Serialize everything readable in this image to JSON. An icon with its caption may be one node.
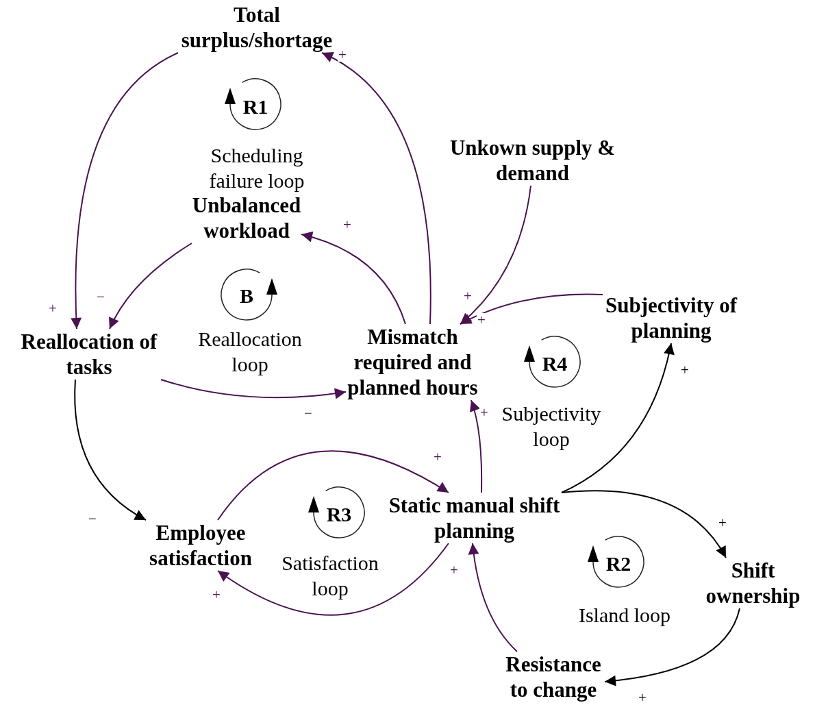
{
  "diagram": {
    "nodes": [
      {
        "text": [
          "Total surplus/shortage"
        ]
      },
      {
        "text": [
          "Unbalanced workload"
        ]
      },
      {
        "text": [
          "Unkown supply & demand"
        ]
      },
      {
        "text": [
          "Reallocation of tasks"
        ]
      },
      {
        "text": [
          "Mismatch required and planned hours"
        ]
      },
      {
        "text": [
          "Subjectivity of planning"
        ]
      },
      {
        "text": [
          "Employee satisfaction"
        ]
      },
      {
        "text": [
          "Static manual shift planning"
        ]
      },
      {
        "text": [
          "Shift ownership"
        ]
      },
      {
        "text": [
          "Resistance to change"
        ]
      }
    ],
    "edges": [
      {
        "from": 0,
        "to": 3,
        "arrow": "to",
        "label": "+"
      },
      {
        "from": 4,
        "to": 0,
        "arrow": "to",
        "label": "+"
      },
      {
        "from": 4,
        "to": 1,
        "arrow": "to",
        "label": "+"
      },
      {
        "from": 1,
        "to": 3,
        "arrow": "to",
        "label": "−"
      },
      {
        "from": 3,
        "to": 4,
        "arrow": "to",
        "label": "−"
      },
      {
        "from": 2,
        "to": 4,
        "arrow": "to",
        "label": "+"
      },
      {
        "from": 5,
        "to": 4,
        "arrow": "to",
        "label": "+"
      },
      {
        "from": 3,
        "to": 6,
        "arrow": "to",
        "label": "−",
        "color": "#000000"
      },
      {
        "from": 6,
        "to": 7,
        "arrow": "to",
        "label": "+"
      },
      {
        "from": 7,
        "to": 6,
        "arrow": "to",
        "label": "+"
      },
      {
        "from": 7,
        "to": 4,
        "arrow": "to",
        "label": "+"
      },
      {
        "from": 7,
        "to": 5,
        "arrow": "to",
        "label": "+",
        "color": "#000000"
      },
      {
        "from": 7,
        "to": 8,
        "arrow": "to",
        "label": "+",
        "color": "#000000"
      },
      {
        "from": 8,
        "to": 9,
        "arrow": "to",
        "label": "+",
        "color": "#000000"
      },
      {
        "from": 9,
        "to": 7,
        "arrow": "to",
        "label": "+"
      }
    ],
    "labels": [
      "R1",
      "Scheduling failure loop",
      "B",
      "Reallocation loop",
      "R4",
      "Subjectivity loop",
      "R3",
      "Satisfaction loop",
      "R2",
      "Island loop"
    ]
  }
}
